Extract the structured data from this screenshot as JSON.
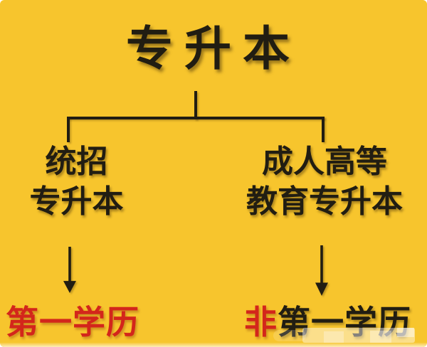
{
  "colors": {
    "background": "#f7c52d",
    "ink": "#211d12",
    "red": "#d3261b"
  },
  "title": {
    "text": "专升本"
  },
  "branches": {
    "left": {
      "label_line1": "统招",
      "label_line2": "专升本",
      "result": "第一学历"
    },
    "right": {
      "label_line1": "成人高等",
      "label_line2": "教育专升本",
      "result_prefix": "非",
      "result_suffix": "第一学历"
    }
  },
  "icons": {
    "left_arrow": "down-arrow-icon",
    "right_arrow": "down-arrow-icon"
  }
}
